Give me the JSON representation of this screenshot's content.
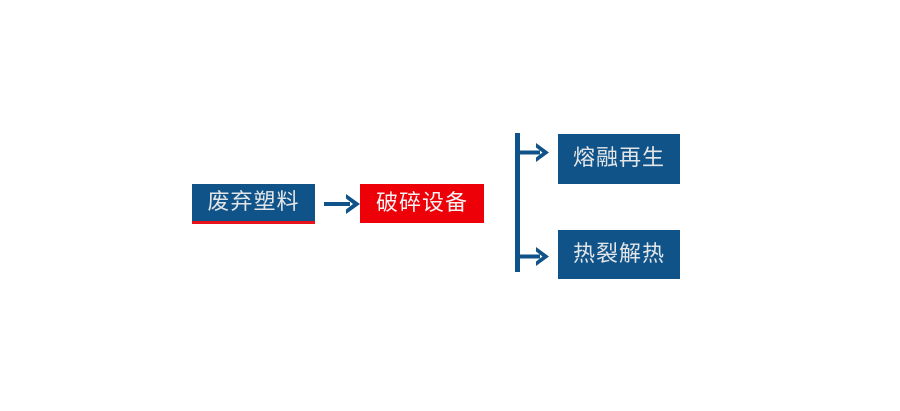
{
  "diagram": {
    "type": "process-flow",
    "title": "",
    "background_color": "#ffffff",
    "colors": {
      "primary_blue": "#0f5389",
      "accent_red": "#ee0008",
      "underline_red": "#e8121c",
      "node_text": "#e3e6e8",
      "connector": "#10538a"
    },
    "nodes": [
      {
        "id": "waste-plastic",
        "label": "废弃塑料",
        "shape": "rectangle",
        "fill": "#0f5389",
        "text_color": "#e3e6e8",
        "accent_border": "#e8121c"
      },
      {
        "id": "crushing-equipment",
        "label": "破碎设备",
        "shape": "rectangle",
        "fill": "#ee0008",
        "text_color": "#f4f2f2",
        "accent_border": ""
      },
      {
        "id": "melt-regeneration",
        "label": "熔融再生",
        "shape": "rectangle",
        "fill": "#0f5389",
        "text_color": "#e3e6e8",
        "accent_border": ""
      },
      {
        "id": "pyrolysis-heat",
        "label": "热裂解热",
        "shape": "rectangle",
        "fill": "#0f5389",
        "text_color": "#e3e6e8",
        "accent_border": ""
      }
    ],
    "connectors": [
      {
        "id": "main-arrow",
        "from": "waste-plastic",
        "to": "crushing-equipment",
        "style": "straight-arrow",
        "direction": "right",
        "label": ""
      },
      {
        "id": "branch-split",
        "from": "crushing-equipment",
        "to": "melt-regeneration,pyrolysis-heat",
        "style": "bracket-split-arrow",
        "direction": "right",
        "label": ""
      }
    ]
  }
}
